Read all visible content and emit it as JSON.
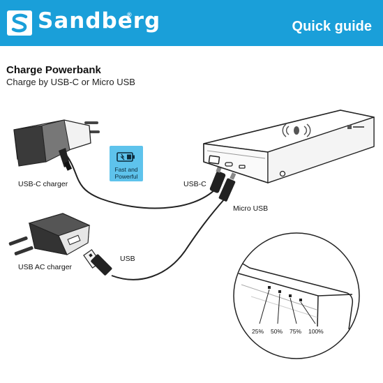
{
  "header": {
    "brand": "Sandberg",
    "registered": "®",
    "title": "Quick guide"
  },
  "section": {
    "title": "Charge Powerbank",
    "subtitle": "Charge by USB-C or Micro USB"
  },
  "labels": {
    "usbc_charger": "USB-C charger",
    "usbc_port": "USB-C",
    "micro_usb": "Micro USB",
    "usb": "USB",
    "usb_ac_charger": "USB AC charger"
  },
  "badge": {
    "line1": "Fast and",
    "line2": "Powerful"
  },
  "led_levels": [
    "25%",
    "50%",
    "75%",
    "100%"
  ],
  "colors": {
    "header_blue": "#1a9fd9",
    "badge_blue": "#5ec3ec"
  },
  "icons": [
    "sandberg-logo-icon",
    "wireless-charging-icon",
    "battery-icon"
  ]
}
